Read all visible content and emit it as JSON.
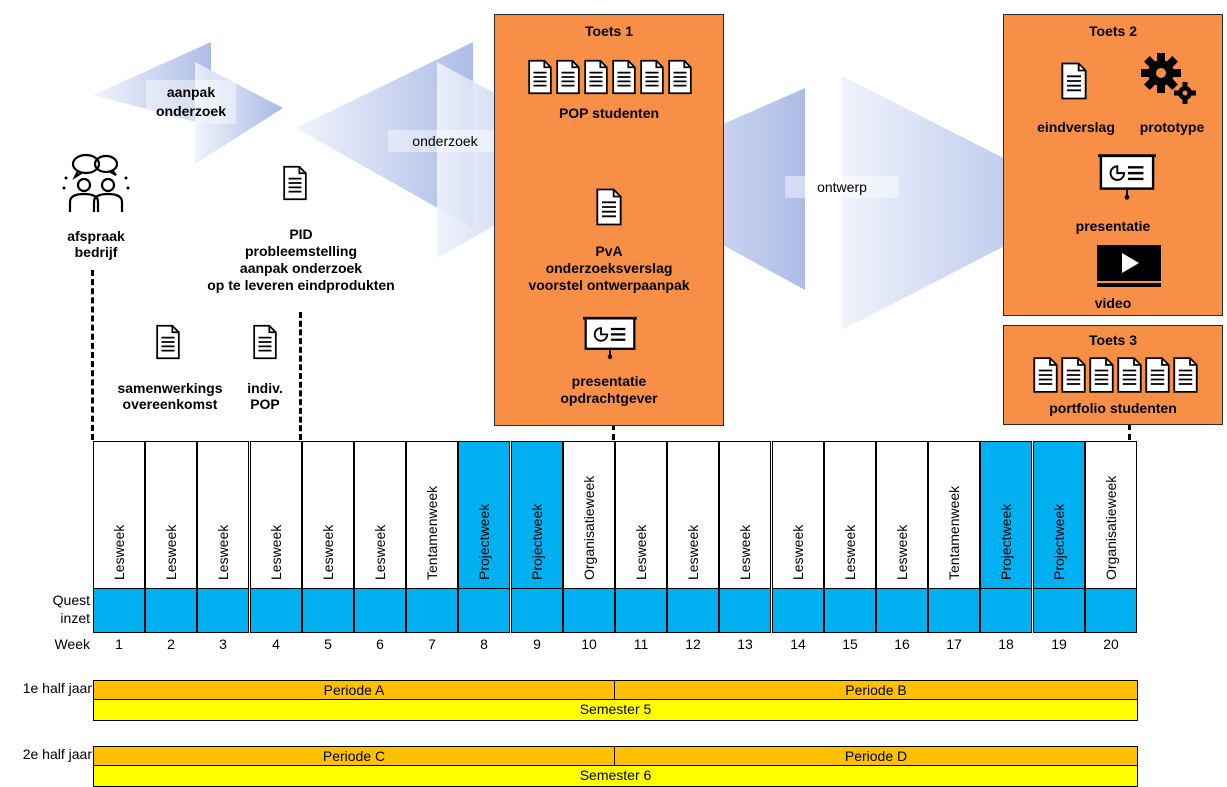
{
  "phases": {
    "aanpak": "aanpak onderzoek",
    "onderzoek": "onderzoek",
    "ontwerp": "ontwerp"
  },
  "milestones": {
    "afspraak": [
      "afspraak",
      "bedrijf"
    ],
    "pid": [
      "PID",
      "probleemstelling",
      "aanpak onderzoek",
      "op te leveren eindprodukten"
    ],
    "samenwerking": [
      "samenwerkings",
      "overeenkomst"
    ],
    "pop": [
      "indiv.",
      "POP"
    ]
  },
  "toets1": {
    "title": "Toets 1",
    "pop": "POP studenten",
    "pva": [
      "PvA",
      "onderzoeksverslag",
      "voorstel ontwerpaanpak"
    ],
    "presentatie": [
      "presentatie",
      "opdrachtgever"
    ]
  },
  "toets2": {
    "title": "Toets 2",
    "eindverslag": "eindverslag",
    "prototype": "prototype",
    "presentatie": "presentatie",
    "video": "video"
  },
  "toets3": {
    "title": "Toets 3",
    "portfolio": "portfolio studenten"
  },
  "grid": {
    "quest_label": "Quest",
    "inzet_label": "inzet",
    "week_label": "Week",
    "weeks": [
      {
        "n": "1",
        "type": "Lesweek",
        "project": false
      },
      {
        "n": "2",
        "type": "Lesweek",
        "project": false
      },
      {
        "n": "3",
        "type": "Lesweek",
        "project": false
      },
      {
        "n": "4",
        "type": "Lesweek",
        "project": false
      },
      {
        "n": "5",
        "type": "Lesweek",
        "project": false
      },
      {
        "n": "6",
        "type": "Lesweek",
        "project": false
      },
      {
        "n": "7",
        "type": "Tentamenweek",
        "project": false
      },
      {
        "n": "8",
        "type": "Projectweek",
        "project": true
      },
      {
        "n": "9",
        "type": "Projectweek",
        "project": true
      },
      {
        "n": "10",
        "type": "Organisatieweek",
        "project": false
      },
      {
        "n": "11",
        "type": "Lesweek",
        "project": false
      },
      {
        "n": "12",
        "type": "Lesweek",
        "project": false
      },
      {
        "n": "13",
        "type": "Lesweek",
        "project": false
      },
      {
        "n": "14",
        "type": "Lesweek",
        "project": false
      },
      {
        "n": "15",
        "type": "Lesweek",
        "project": false
      },
      {
        "n": "16",
        "type": "Lesweek",
        "project": false
      },
      {
        "n": "17",
        "type": "Tentamenweek",
        "project": false
      },
      {
        "n": "18",
        "type": "Projectweek",
        "project": true
      },
      {
        "n": "19",
        "type": "Projectweek",
        "project": true
      },
      {
        "n": "20",
        "type": "Organisatieweek",
        "project": false
      }
    ]
  },
  "periods": {
    "half1": "1e half jaar",
    "half2": "2e half jaar",
    "periode_a": "Periode A",
    "periode_b": "Periode B",
    "semester5": "Semester 5",
    "periode_c": "Periode C",
    "periode_d": "Periode D",
    "semester6": "Semester 6"
  },
  "colors": {
    "orange": "#f79046",
    "cyan": "#00b0f0",
    "period": "#ffc000",
    "semester": "#ffff00"
  }
}
